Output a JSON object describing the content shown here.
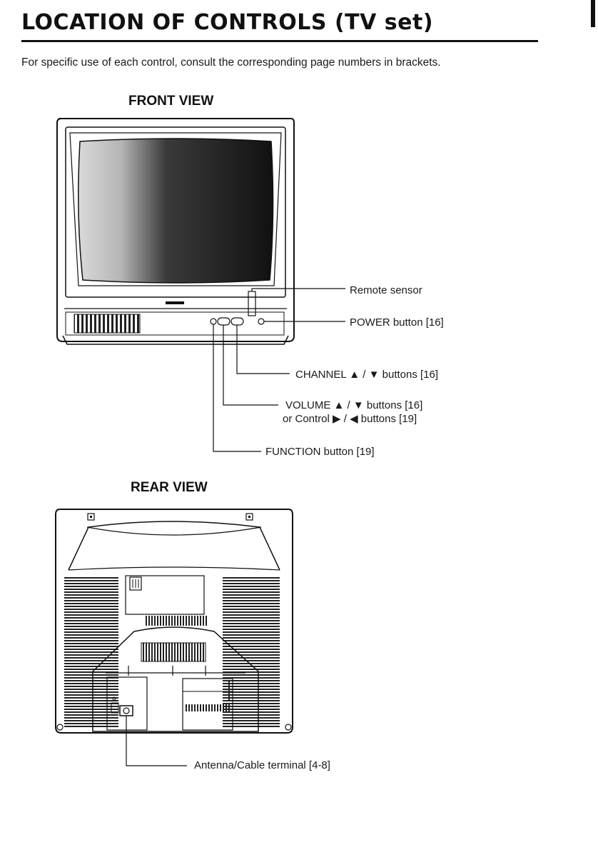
{
  "page": {
    "title": "LOCATION OF CONTROLS (TV set)",
    "intro": "For specific use of each control, consult the corresponding page numbers in brackets."
  },
  "front_view": {
    "heading": "FRONT VIEW",
    "callouts": {
      "remote_sensor": "Remote sensor",
      "power_button": "POWER button [16]",
      "channel_buttons": "CHANNEL ▲ / ▼ buttons [16]",
      "volume_buttons": "VOLUME ▲ / ▼ buttons [16]",
      "control_buttons": "or Control ▶ / ◀ buttons [19]",
      "function_button": "FUNCTION button [19]"
    }
  },
  "rear_view": {
    "heading": "REAR VIEW",
    "callouts": {
      "antenna_terminal": "Antenna/Cable terminal [4-8]"
    }
  }
}
